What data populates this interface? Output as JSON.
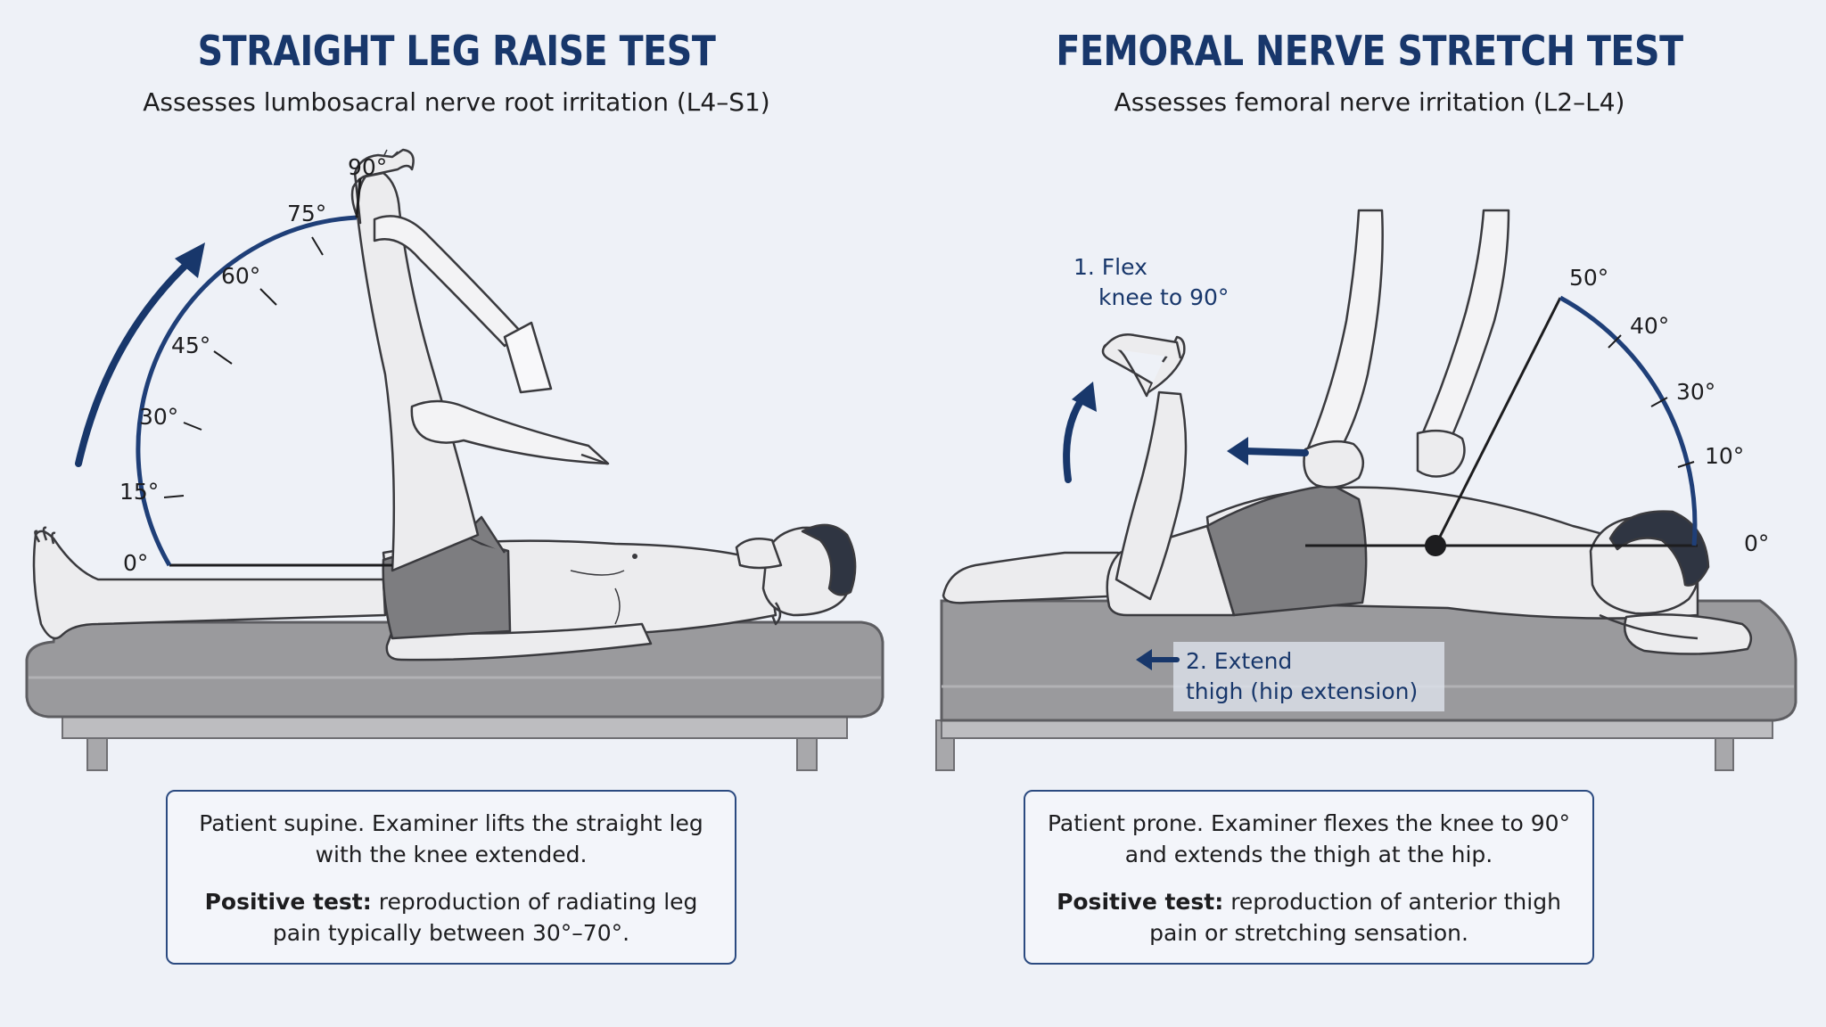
{
  "slr": {
    "title": "STRAIGHT LEG RAISE TEST",
    "subtitle": "Assesses lumbosacral nerve root irritation (L4–S1)",
    "angles": [
      "0°",
      "15°",
      "30°",
      "45°",
      "60°",
      "75°",
      "90°"
    ],
    "description": "Patient supine. Examiner lifts the straight leg with the knee extended.",
    "positive_label": "Positive test:",
    "positive_text": "reproduction of radiating leg pain typically between 30°–70°."
  },
  "fnst": {
    "title": "FEMORAL NERVE STRETCH TEST",
    "subtitle": "Assesses femoral nerve irritation (L2–L4)",
    "angles": [
      "0°",
      "10°",
      "30°",
      "40°",
      "50°"
    ],
    "step1_line1": "1. Flex",
    "step1_line2": "knee to 90°",
    "step2_line1": "2. Extend",
    "step2_line2": "thigh (hip extension)",
    "description": "Patient prone. Examiner flexes the knee to 90° and extends the thigh at the hip.",
    "positive_label": "Positive test:",
    "positive_text": "reproduction of anterior thigh pain or stretching sensation."
  },
  "colors": {
    "accent": "#18376b",
    "arc": "#1f3f78",
    "table": "#9a9a9d",
    "table_dark": "#7c7c80",
    "skin": "#ececee",
    "shorts": "#7d7d80",
    "hair": "#2f3542",
    "background": "#eef1f7"
  },
  "icons": [
    "curved-arrow-icon",
    "left-arrow-icon"
  ]
}
